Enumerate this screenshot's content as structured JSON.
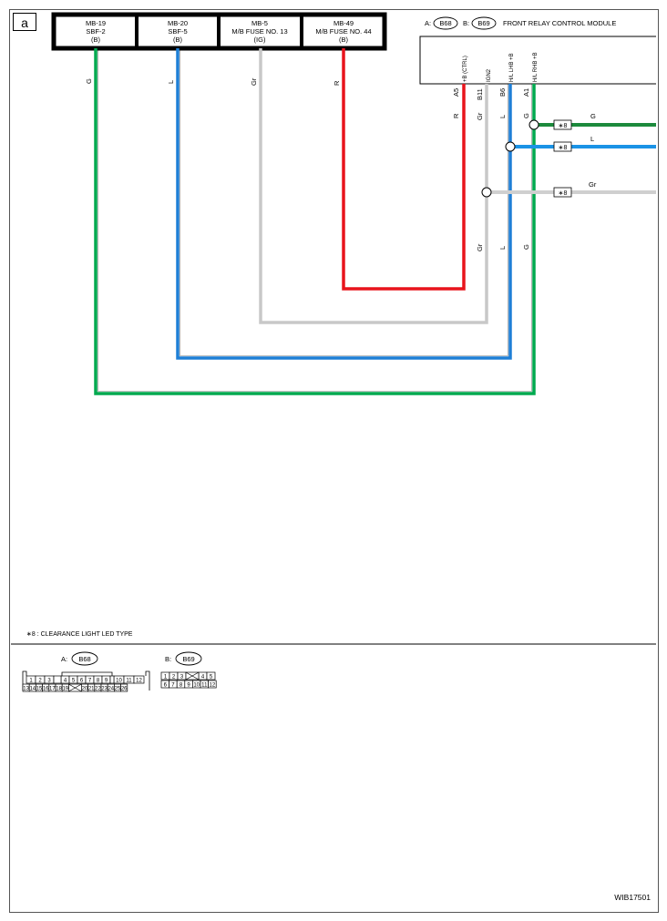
{
  "panel_label": "a",
  "module": {
    "prefix_a": "A:",
    "code_a": "B68",
    "prefix_b": "B:",
    "code_b": "B69",
    "title": "FRONT RELAY CONTROL MODULE"
  },
  "fuse_boxes": [
    {
      "l1": "MB-19",
      "l2": "SBF-2",
      "l3": "(B)"
    },
    {
      "l1": "MB-20",
      "l2": "SBF-5",
      "l3": "(B)"
    },
    {
      "l1": "MB-5",
      "l2": "M/B FUSE NO. 13",
      "l3": "(IG)"
    },
    {
      "l1": "MB-49",
      "l2": "M/B FUSE NO. 44",
      "l3": "(B)"
    }
  ],
  "wire_labels": {
    "g_left": "G",
    "l_left": "L",
    "gr_left": "Gr",
    "r_left": "R",
    "r_pin": "R",
    "gr_pin": "Gr",
    "l_pin": "L",
    "g_pin": "G",
    "gr_low": "Gr",
    "l_low": "L",
    "g_low": "G",
    "g_out": "G",
    "l_out": "L",
    "gr_out": "Gr"
  },
  "pins": [
    {
      "id": "A5",
      "name": "+B (CTRL)"
    },
    {
      "id": "B11",
      "name": "IGN2"
    },
    {
      "id": "B6",
      "name": "H/L LHB +B"
    },
    {
      "id": "A1",
      "name": "H/L RHB +B"
    }
  ],
  "star_tag": "∗8",
  "note": "∗8  : CLEARANCE LIGHT LED TYPE",
  "connector_a": {
    "prefix": "A:",
    "code": "B68",
    "row1": [
      "1",
      "2",
      "3",
      "4",
      "5",
      "6",
      "7",
      "8",
      "9",
      "10",
      "11",
      "12"
    ],
    "row2": [
      "13",
      "14",
      "15",
      "16",
      "17",
      "18",
      "19",
      "20",
      "21",
      "22",
      "23",
      "24",
      "25",
      "26"
    ]
  },
  "connector_b": {
    "prefix": "B:",
    "code": "B69",
    "row1": [
      "1",
      "2",
      "3",
      "4",
      "5"
    ],
    "row2": [
      "6",
      "7",
      "8",
      "9",
      "10",
      "11",
      "12"
    ]
  },
  "figure_id": "WIB17501",
  "colors": {
    "green": "#00a94f",
    "blue": "#1e7fd6",
    "gray": "#c8c8c8",
    "red": "#e8141c",
    "out_green": "#1c8a3c",
    "out_blue": "#1a93e6",
    "out_gray": "#cfcfcf"
  }
}
